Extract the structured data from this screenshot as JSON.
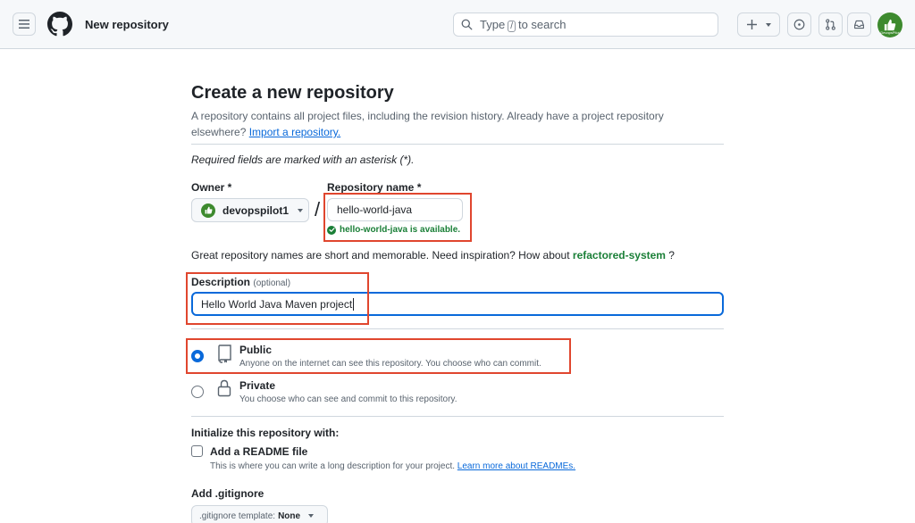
{
  "header": {
    "title": "New repository",
    "search": {
      "prefix": "Type",
      "key": "/",
      "suffix": "to search"
    },
    "avatar_label": "DevopsPilot"
  },
  "main": {
    "heading": "Create a new repository",
    "intro_text": "A repository contains all project files, including the revision history. Already have a project repository elsewhere?",
    "import_link": "Import a repository.",
    "required_note": "Required fields are marked with an asterisk (*).",
    "owner": {
      "label": "Owner *",
      "value": "devopspilot1"
    },
    "slash": "/",
    "repo_name": {
      "label": "Repository name *",
      "value": "hello-world-java",
      "availability": "hello-world-java is available."
    },
    "hint": {
      "text": "Great repository names are short and memorable. Need inspiration? How about",
      "suggestion": "refactored-system",
      "end": "?"
    },
    "description": {
      "label": "Description",
      "optional": "(optional)",
      "value": "Hello World Java Maven project"
    },
    "visibility": {
      "public": {
        "title": "Public",
        "desc": "Anyone on the internet can see this repository. You choose who can commit.",
        "selected": true
      },
      "private": {
        "title": "Private",
        "desc": "You choose who can see and commit to this repository.",
        "selected": false
      }
    },
    "init": {
      "title": "Initialize this repository with:",
      "readme_label": "Add a README file",
      "readme_desc": "This is where you can write a long description for your project.",
      "readme_link": "Learn more about READMEs."
    },
    "gitignore": {
      "title": "Add .gitignore",
      "prefix": ".gitignore template:",
      "value": "None"
    }
  },
  "colors": {
    "accent_blue": "#0969da",
    "success_green": "#1a7f37",
    "annotation_red": "#e0462e",
    "avatar_green": "#3d8a2e"
  }
}
